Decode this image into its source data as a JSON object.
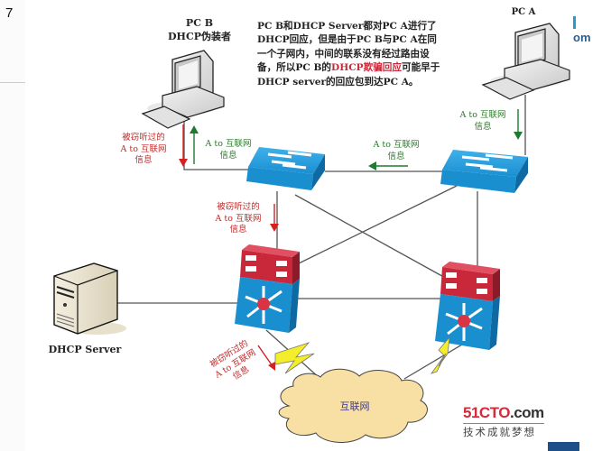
{
  "slide": {
    "number": "7"
  },
  "devices": {
    "pc_b": {
      "line1": "PC B",
      "line2": "DHCP伪装者"
    },
    "pc_a": {
      "label": "PC A"
    },
    "dhcp_server": {
      "label": "DHCP Server"
    },
    "internet": {
      "label": "互联网"
    }
  },
  "note": {
    "part1": "PC B和DHCP Server都对PC A进行了DHCP回应，但是由于PC B与PC A在同一个子网内，中间的联系没有经过路由设备，所以PC B的",
    "highlight": "DHCP欺骗回应",
    "part2": "可能早于DHCP server的回应包到达PC A。"
  },
  "flows": {
    "green_a_to_internet": {
      "line1": "A to 互联网",
      "line2": "信息"
    },
    "red_sniffed": {
      "line1": "被窃听过的",
      "line2": "A to 互联网",
      "line3": "信息"
    }
  },
  "colors": {
    "switch_blue": "#1a8fd0",
    "router_red": "#c8283a",
    "arrow_green": "#1e7a2e",
    "arrow_red": "#d42020",
    "cloud_fill": "#f8dfa3",
    "bolt_yellow": "#f4ee2a"
  },
  "watermark": {
    "brand_red": "51CTO",
    "brand_dark": ".com",
    "slogan": "技术成就梦想",
    "edge_fragment": "om"
  }
}
